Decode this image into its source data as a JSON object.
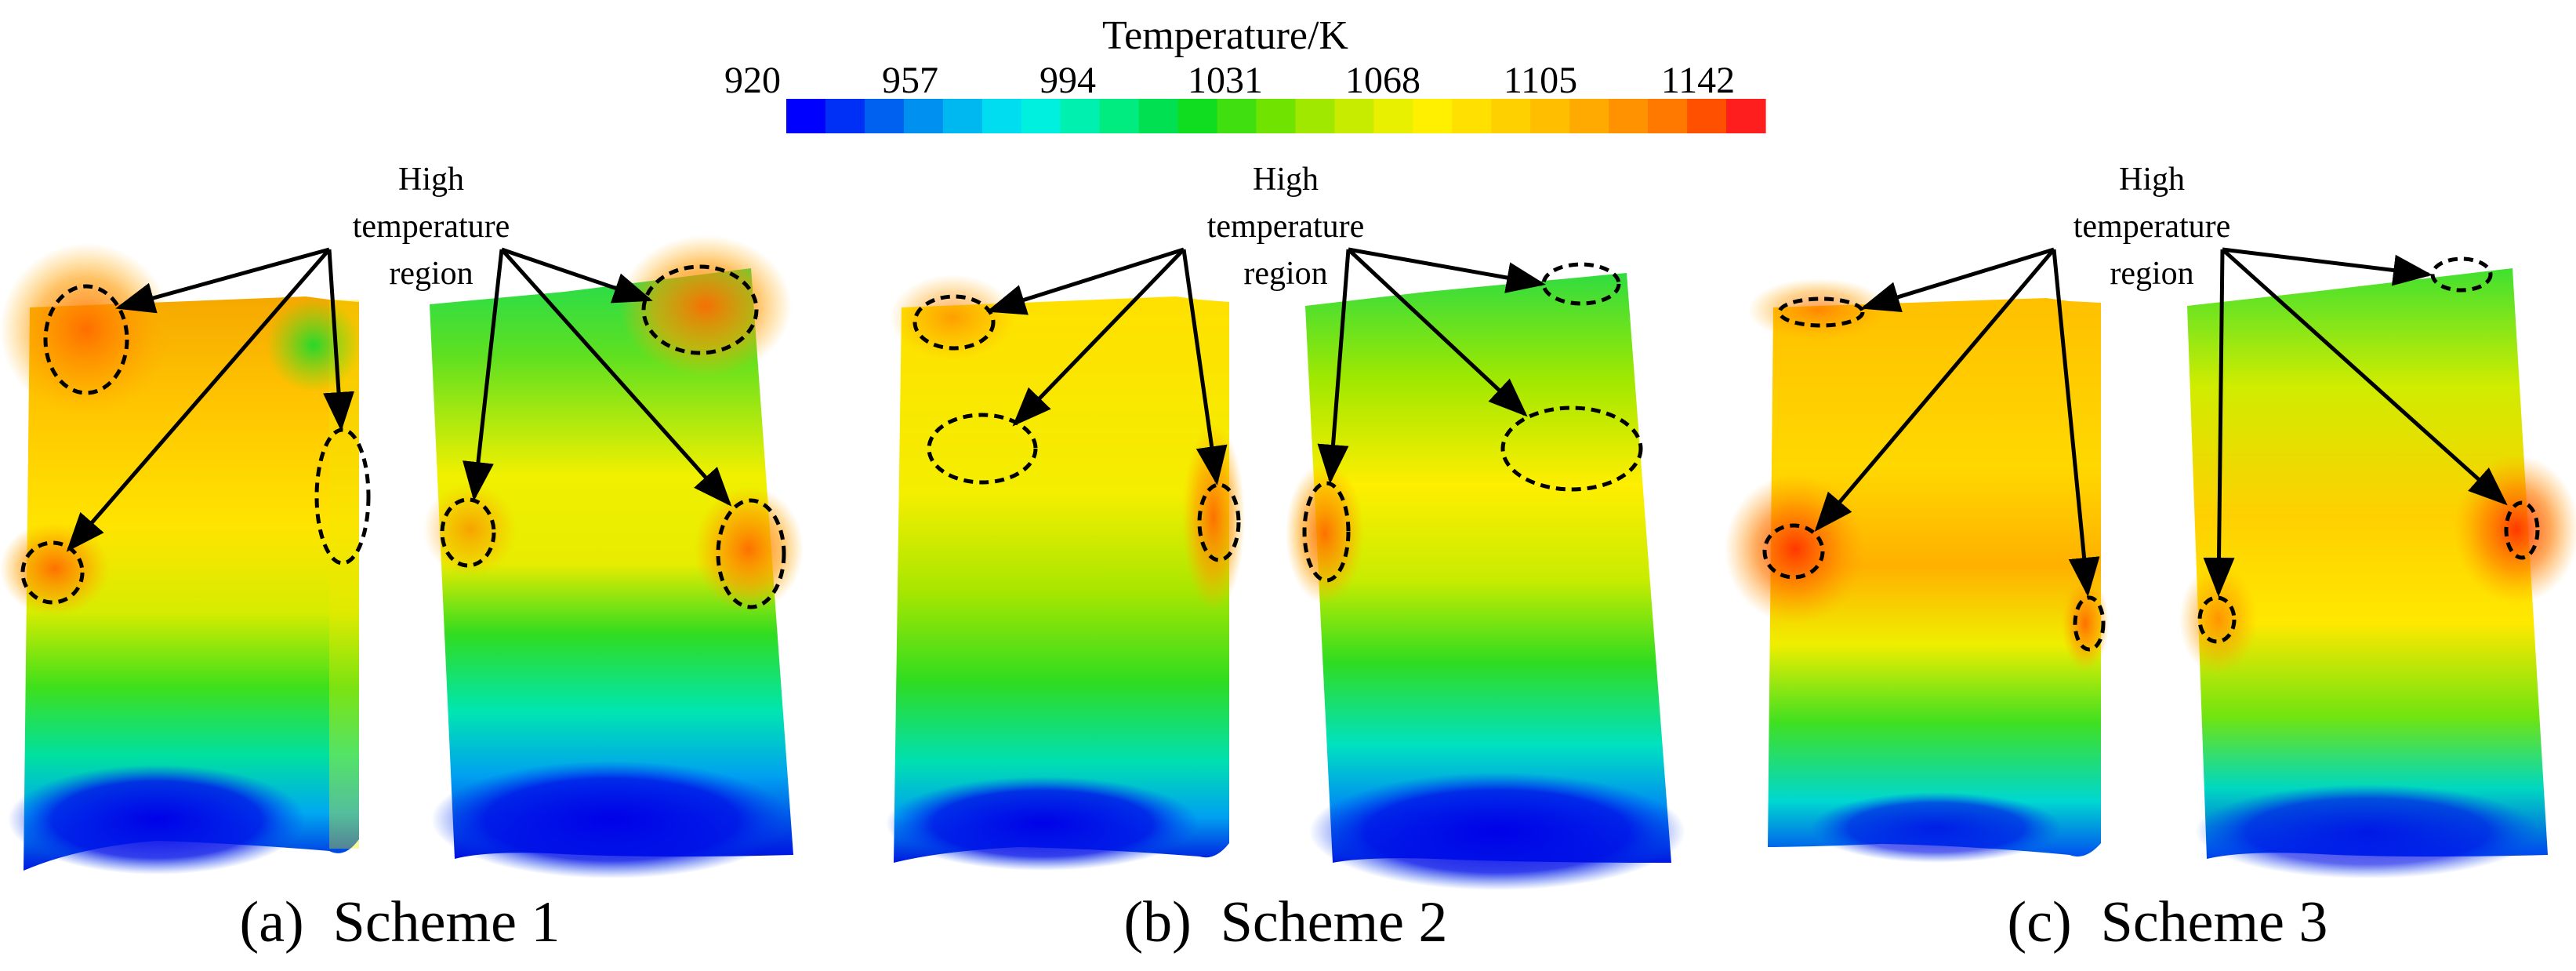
{
  "colorbar": {
    "title": "Temperature/K",
    "ticks": [
      "920",
      "957",
      "994",
      "1031",
      "1068",
      "1105",
      "1142"
    ],
    "min": 920,
    "max": 1142,
    "band_count": 25,
    "colors": [
      "#0000ff",
      "#0030f5",
      "#0060f0",
      "#0090f0",
      "#00b8f0",
      "#00dcf0",
      "#00f0e0",
      "#00f0b0",
      "#00ec80",
      "#00e050",
      "#10dc20",
      "#40e010",
      "#70e400",
      "#a0e800",
      "#c8ec00",
      "#e8f000",
      "#fff000",
      "#ffe000",
      "#ffd000",
      "#ffbf00",
      "#ffaa00",
      "#ff9200",
      "#ff7800",
      "#ff5000",
      "#ff1e1e"
    ]
  },
  "annotation": {
    "line1": "High",
    "line2": "temperature",
    "line3": "region"
  },
  "panels": [
    {
      "caption": "(a)  Scheme 1"
    },
    {
      "caption": "(b)  Scheme 2"
    },
    {
      "caption": "(c)  Scheme 3"
    }
  ]
}
